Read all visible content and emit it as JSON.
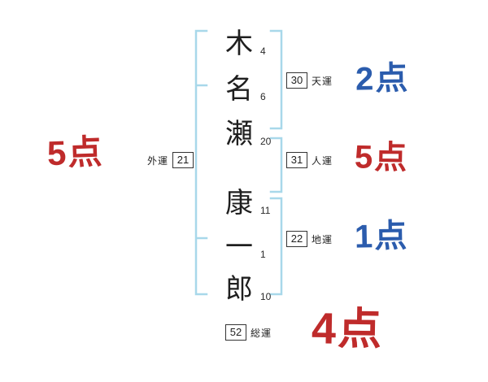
{
  "name_chars": [
    {
      "char": "木",
      "strokes": "4"
    },
    {
      "char": "名",
      "strokes": "6"
    },
    {
      "char": "瀬",
      "strokes": "20"
    },
    {
      "char": "康",
      "strokes": "11"
    },
    {
      "char": "一",
      "strokes": "1"
    },
    {
      "char": "郎",
      "strokes": "10"
    }
  ],
  "fortunes": {
    "gaiun": {
      "label": "外運",
      "value": "21",
      "score": "5点"
    },
    "tenun": {
      "label": "天運",
      "value": "30",
      "score": "2点"
    },
    "jinun": {
      "label": "人運",
      "value": "31",
      "score": "5点"
    },
    "chiun": {
      "label": "地運",
      "value": "22",
      "score": "1点"
    },
    "soun": {
      "label": "総運",
      "value": "52",
      "score": "4点"
    }
  },
  "colors": {
    "score_red": "#bf2b2b",
    "score_blue": "#2b5cad",
    "bracket_blue": "#a8d8ea",
    "ink": "#1f1f1f"
  }
}
